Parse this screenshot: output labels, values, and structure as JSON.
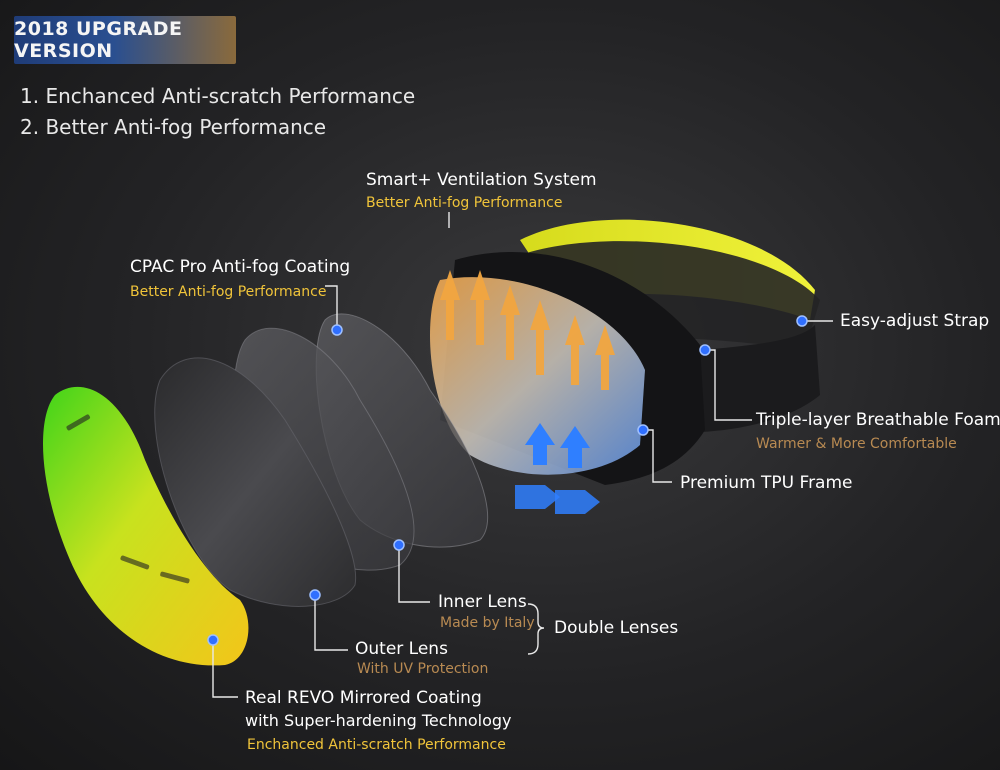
{
  "badge": "2018 UPGRADE VERSION",
  "intro": {
    "line1": "1. Enchanced Anti-scratch Performance",
    "line2": "2. Better Anti-fog Performance"
  },
  "callouts": {
    "ventilation": {
      "title": "Smart+ Ventilation System",
      "sub": "Better Anti-fog Performance"
    },
    "cpac": {
      "title": "CPAC Pro Anti-fog Coating",
      "sub": "Better Anti-fog Performance"
    },
    "strap": {
      "title": "Easy-adjust Strap"
    },
    "foam": {
      "title": "Triple-layer Breathable Foam",
      "sub": "Warmer & More Comfortable"
    },
    "frame": {
      "title": "Premium TPU Frame"
    },
    "inner": {
      "title": "Inner Lens",
      "sub": "Made by Italy"
    },
    "double": {
      "title": "Double Lenses"
    },
    "outer": {
      "title": "Outer Lens",
      "sub": "With UV Protection"
    },
    "revo": {
      "title": "Real REVO Mirrored Coating",
      "title2": "with Super-hardening Technology",
      "sub": "Enchanced Anti-scratch Performance"
    }
  },
  "colors": {
    "accent_yellow": "#f0c43a",
    "accent_brown": "#b88a52",
    "dot_blue": "#2f6fff",
    "strap_yellow": "#e6e82a",
    "lens_green": "#7fd11f"
  }
}
